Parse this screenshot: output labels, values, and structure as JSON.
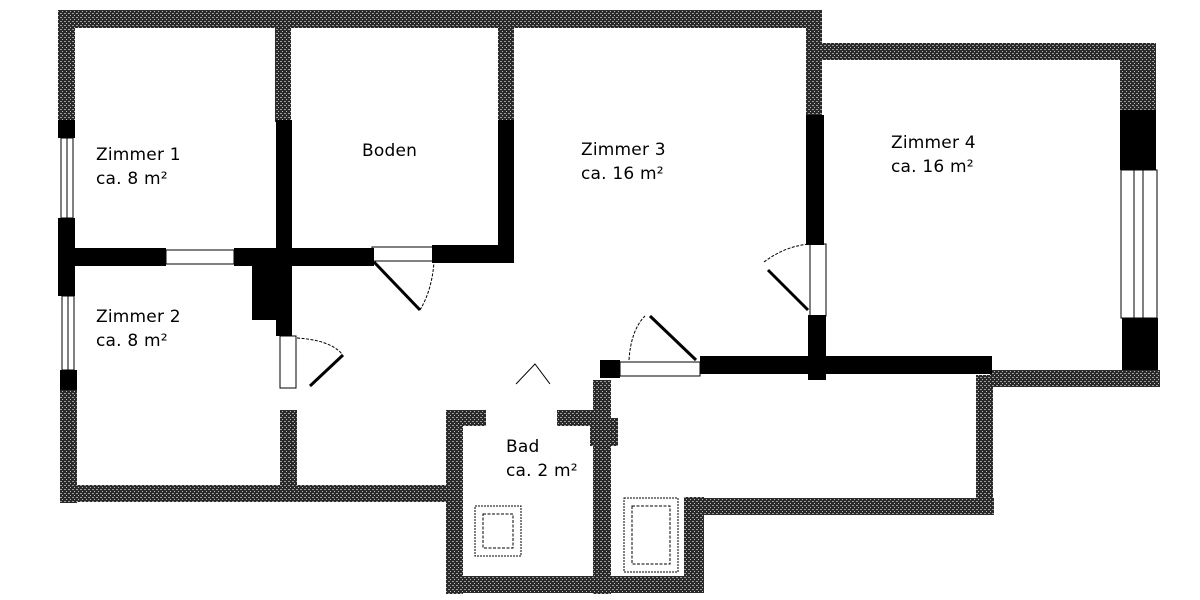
{
  "plan": {
    "type": "floor-plan",
    "colors": {
      "background": "#ffffff",
      "interior_wall": "#000000",
      "exterior_wall_hatch": "#1a1a1a"
    },
    "rooms": [
      {
        "id": "zimmer1",
        "name": "Zimmer 1",
        "area": "ca. 8 m²"
      },
      {
        "id": "boden",
        "name": "Boden",
        "area": ""
      },
      {
        "id": "zimmer3",
        "name": "Zimmer 3",
        "area": "ca. 16 m²"
      },
      {
        "id": "zimmer4",
        "name": "Zimmer 4",
        "area": "ca. 16 m²"
      },
      {
        "id": "zimmer2",
        "name": "Zimmer 2",
        "area": "ca. 8 m²"
      },
      {
        "id": "bad",
        "name": "Bad",
        "area": "ca. 2 m²"
      }
    ],
    "fixtures": [
      {
        "id": "toilet-or-sink",
        "room": "bad"
      },
      {
        "id": "shower-tray",
        "room": "hall-annex"
      }
    ]
  }
}
